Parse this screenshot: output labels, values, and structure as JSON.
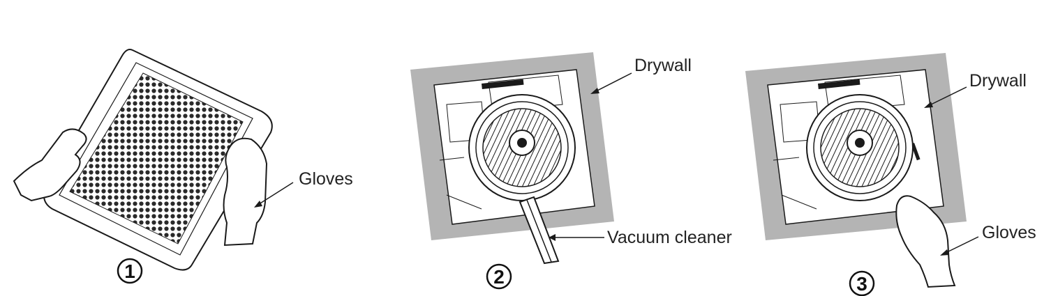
{
  "panels": [
    {
      "number": "1",
      "labels": {
        "gloves": "Gloves"
      }
    },
    {
      "number": "2",
      "labels": {
        "drywall": "Drywall",
        "vacuum": "Vacuum cleaner"
      }
    },
    {
      "number": "3",
      "labels": {
        "drywall": "Drywall",
        "gloves": "Gloves"
      }
    }
  ],
  "colors": {
    "drywall": "#b4b4b4",
    "line": "#1a1a1a",
    "background": "#ffffff"
  }
}
